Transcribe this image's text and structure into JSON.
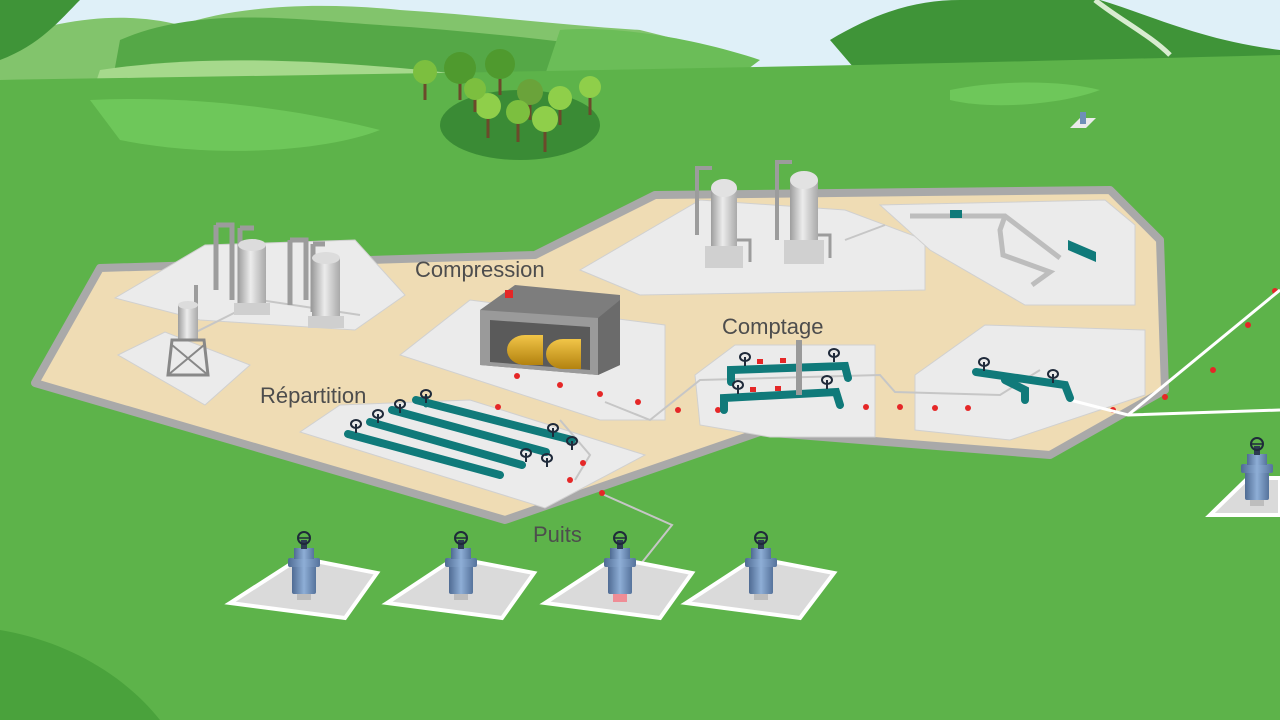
{
  "labels": {
    "compression": "Compression",
    "comptage": "Comptage",
    "repartition": "Répartition",
    "puits": "Puits"
  },
  "colors": {
    "sky": "#dff0f8",
    "grass": "#5db34a",
    "hill_dark": "#3f9438",
    "hill_light": "#8fce73",
    "platform_sand": "#efdcb4",
    "platform_border": "#a9a9a9",
    "pad": "#ebebeb",
    "pipe_teal": "#107a7a",
    "tank_silver": "#c9c9c9",
    "tank_gold": "#d9a520",
    "wellhead_blue": "#6f8fb8",
    "signal_red": "#e52727",
    "text": "#4d4d4d"
  },
  "icons": [
    "well-head-icon",
    "tank-icon",
    "valve-wheel-icon",
    "compressor-icon",
    "tree-icon"
  ]
}
